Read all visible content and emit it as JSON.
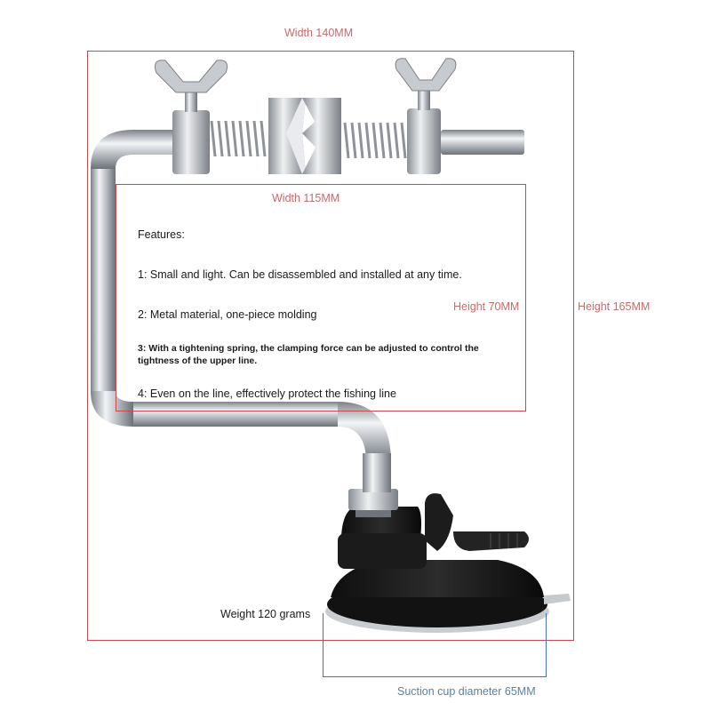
{
  "dimensions": {
    "width_outer": "Width 140MM",
    "width_inner": "Width 115MM",
    "height_inner": "Height 70MM",
    "height_outer": "Height 165MM",
    "weight": "Weight 120 grams",
    "suction_cup": "Suction cup diameter 65MM"
  },
  "features": {
    "heading": "Features:",
    "items": [
      "1: Small and light. Can be disassembled and installed at any time.",
      "2: Metal material, one-piece molding",
      "3: With a tightening spring, the clamping force can be adjusted to control the tightness of the upper line.",
      "4: Even on the line, effectively protect the fishing line"
    ]
  },
  "colors": {
    "frame": "#c84a4a",
    "dimension_text": "#c86a6a",
    "bracket": "#4a6cc8",
    "metal": "#b8bcc2",
    "base": "#1a1a1a"
  }
}
